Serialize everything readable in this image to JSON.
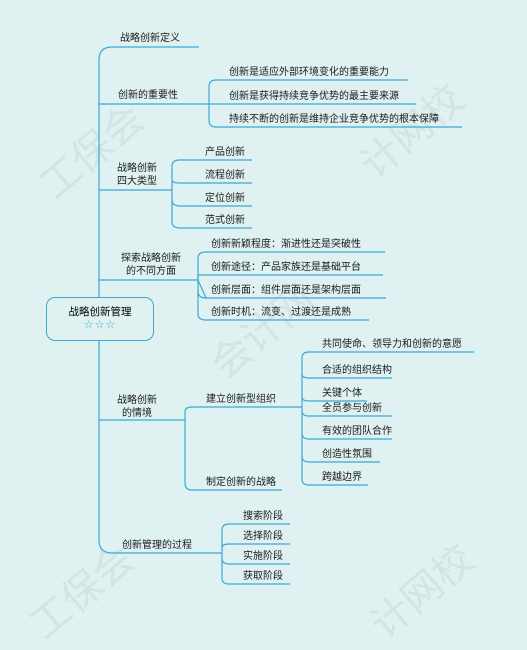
{
  "root": {
    "title": "战略创新管理",
    "stars": "☆☆☆"
  },
  "branches": {
    "definition": {
      "label": "战略创新定义"
    },
    "importance": {
      "label": "创新的重要性",
      "items": [
        "创新是适应外部环境变化的重要能力",
        "创新是获得持续竞争优势的最主要来源",
        "持续不断的创新是维持企业竞争优势的根本保障"
      ]
    },
    "types": {
      "label_line1": "战略创新",
      "label_line2": "四大类型",
      "items": [
        "产品创新",
        "流程创新",
        "定位创新",
        "范式创新"
      ]
    },
    "approaches": {
      "label_line1": "探索战略创新",
      "label_line2": "的不同方面",
      "items": [
        "创新新颖程度：渐进性还是突破性",
        "创新途径：产品家族还是基础平台",
        "创新层面：组件层面还是架构层面",
        "创新时机：流变、过渡还是成熟"
      ]
    },
    "situations": {
      "label_line1": "战略创新",
      "label_line2": "的情境",
      "build_org": {
        "label": "建立创新型组织",
        "items": [
          "共同使命、领导力和创新的意愿",
          "合适的组织结构",
          "关键个体",
          "全员参与创新",
          "有效的团队合作",
          "创造性氛围",
          "跨越边界"
        ]
      },
      "strategy": {
        "label": "制定创新的战略"
      }
    },
    "process": {
      "label": "创新管理的过程",
      "items": [
        "搜索阶段",
        "选择阶段",
        "实施阶段",
        "获取阶段"
      ]
    }
  }
}
